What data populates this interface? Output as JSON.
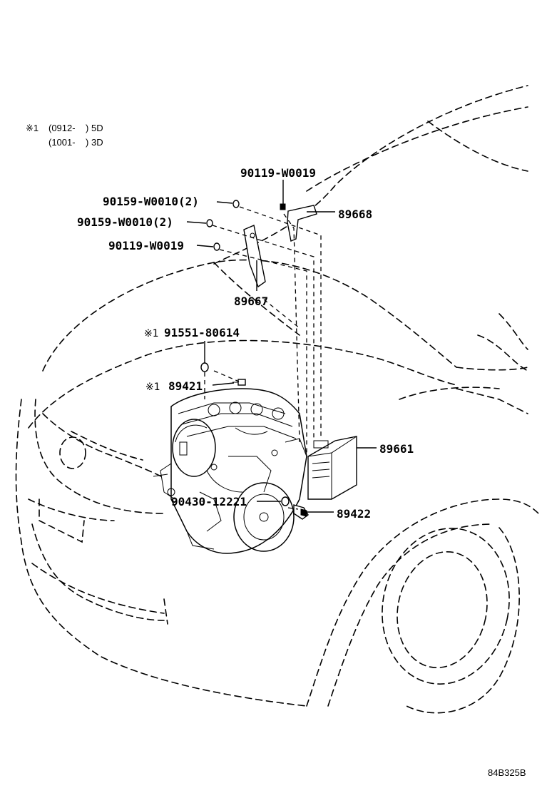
{
  "notes": {
    "mark": "※1",
    "line1": "(0912-    ) 5D",
    "line2": "(1001-    ) 3D"
  },
  "labels": {
    "p90119_top": "90119-W0019",
    "p90159_a": "90159-W0010(2)",
    "p90159_b": "90159-W0010(2)",
    "p90119_left": "90119-W0019",
    "p89668": "89668",
    "p89667": "89667",
    "p91551_mark": "※1",
    "p91551": "91551-80614",
    "p89421_mark": "※1",
    "p89421": "89421",
    "p89661": "89661",
    "p90430": "90430-12221",
    "p89422": "89422"
  },
  "diagram_code": "84B325B"
}
